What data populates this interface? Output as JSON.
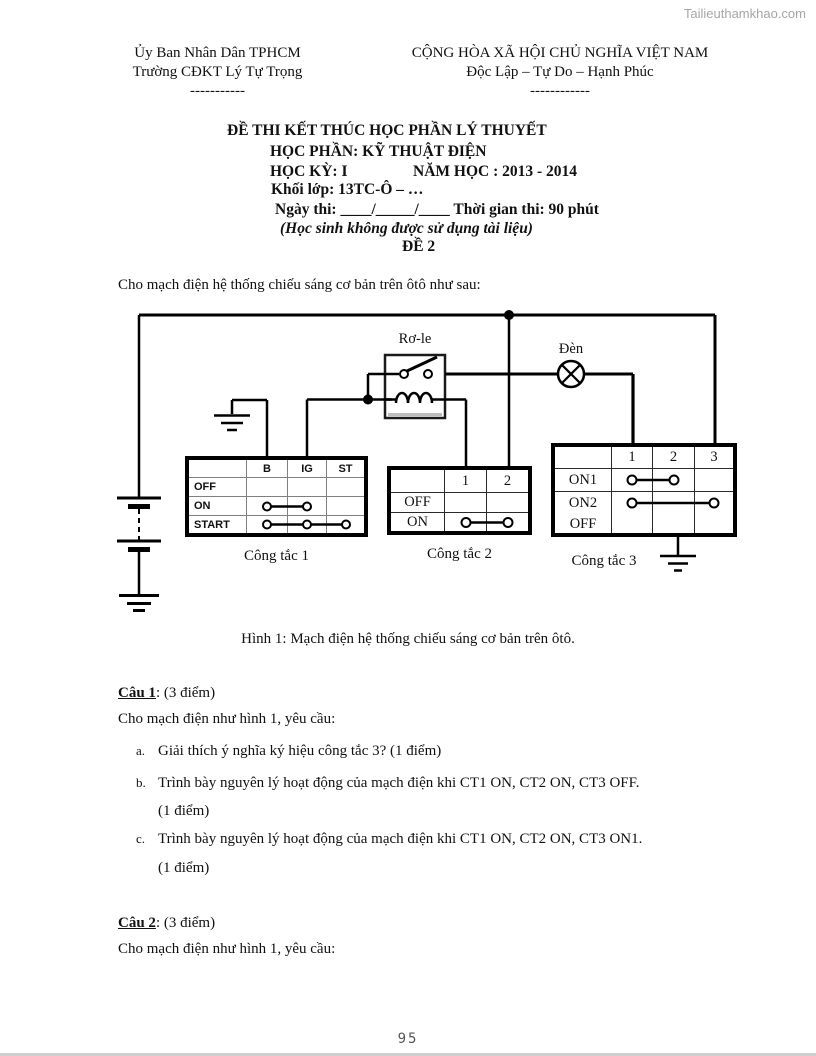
{
  "watermark": "Tailieuthamkhao.com",
  "header": {
    "left": {
      "line1": "Ủy Ban Nhân Dân TPHCM",
      "line2": "Trường CĐKT Lý Tự Trọng",
      "dashes": "-----------"
    },
    "right": {
      "line1": "CỘNG HÒA XÃ HỘI CHỦ NGHĨA VIỆT NAM",
      "line2": "Độc Lập – Tự Do – Hạnh Phúc",
      "dashes": "------------"
    }
  },
  "title_block": {
    "line1": "ĐỀ THI KẾT THÚC HỌC PHẦN LÝ THUYẾT",
    "line2": "HỌC PHẦN: KỸ THUẬT ĐIỆN",
    "line3a": "HỌC KỲ: I",
    "line3b": "NĂM HỌC :  2013 - 2014",
    "line4": "Khối lớp:  13TC-Ô – …",
    "line5": "Ngày thi: ____/_____/____ Thời gian thi: 90 phút",
    "line6": "(Học sinh không được sử dụng tài liệu)",
    "line7": "ĐỀ 2"
  },
  "intro": "Cho mạch điện hệ thống chiếu sáng cơ bản trên ôtô như sau:",
  "figure": {
    "relay_label": "Rơ-le",
    "lamp_label": "Đèn",
    "caption": "Hình 1: Mạch điện hệ thống chiếu sáng cơ bản trên ôtô.",
    "switch1": {
      "name": "Công tắc 1",
      "headers": [
        "B",
        "IG",
        "ST"
      ],
      "rows": [
        "OFF",
        "ON",
        "START"
      ]
    },
    "switch2": {
      "name": "Công tắc 2",
      "headers": [
        "1",
        "2"
      ],
      "rows": [
        "OFF",
        "ON"
      ]
    },
    "switch3": {
      "name": "Công tắc 3",
      "headers": [
        "1",
        "2",
        "3"
      ],
      "rows": [
        "ON1",
        "ON2",
        "OFF"
      ]
    }
  },
  "questions": [
    {
      "label": "Câu 1",
      "points": ": (3 điểm)",
      "intro": "Cho mạch điện như hình 1, yêu cầu:",
      "items": [
        {
          "marker": "a.",
          "text": "Giải thích ý nghĩa ký hiệu công tắc 3? (1 điểm)"
        },
        {
          "marker": "b.",
          "text": "Trình bày nguyên lý hoạt động của mạch điện khi CT1 ON, CT2 ON, CT3 OFF.",
          "line2": "(1 điểm)"
        },
        {
          "marker": "c.",
          "text": "Trình bày nguyên lý hoạt động của mạch điện khi CT1 ON, CT2 ON, CT3 ON1.",
          "line2": "(1 điểm)"
        }
      ]
    },
    {
      "label": "Câu 2",
      "points": ": (3 điểm)",
      "intro": "Cho mạch điện như hình 1, yêu cầu:"
    }
  ],
  "page_number": "95",
  "colors": {
    "wire": "#000000",
    "grid_light": "#808080",
    "grid_dark": "#2a2a2a",
    "watermark": "#a6a6a6"
  }
}
